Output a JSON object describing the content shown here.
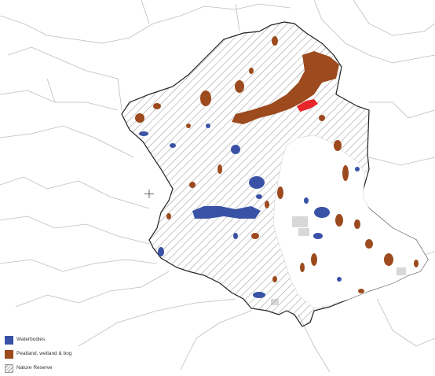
{
  "map": {
    "colors": {
      "waterbodies": "#3a52a6",
      "peatland": "#9c4a1e",
      "nature_reserve_hatch": "#9a9a9a",
      "boundary": "#222222",
      "municipal_boundaries": "#bdbdbd",
      "highlight": "#e8262a",
      "urban": "#8e8e8e"
    },
    "cursor_icon": "crosshair-cursor-icon"
  },
  "legend": {
    "items": [
      {
        "label": "Waterbodies",
        "swatch": "waterbodies-swatch"
      },
      {
        "label": "Peatland, wetland & bog",
        "swatch": "peatland-swatch"
      },
      {
        "label": "Nature Reserve",
        "swatch": "nature-reserve-swatch"
      }
    ]
  }
}
